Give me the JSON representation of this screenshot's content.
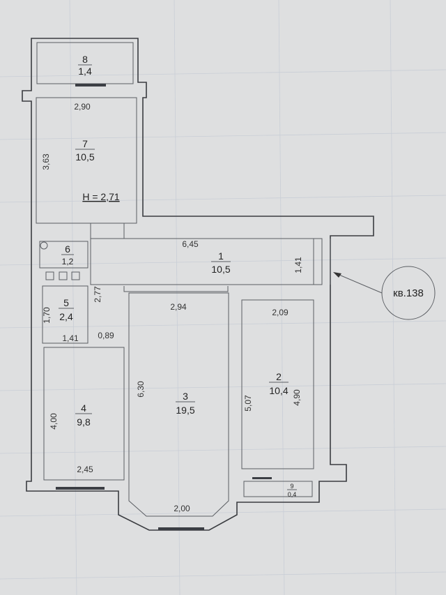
{
  "rooms": [
    {
      "id": "8",
      "area": "1,4"
    },
    {
      "id": "7",
      "area": "10,5"
    },
    {
      "id": "6",
      "area": "1,2"
    },
    {
      "id": "5",
      "area": "2,4"
    },
    {
      "id": "4",
      "area": "9,8"
    },
    {
      "id": "3",
      "area": "19,5"
    },
    {
      "id": "1",
      "area": "10,5"
    },
    {
      "id": "2",
      "area": "10,4"
    },
    {
      "id": "9",
      "area": "0,4"
    }
  ],
  "ceiling_height": "H = 2,71",
  "dimensions": {
    "r7_width": "2,90",
    "r7_height": "3,63",
    "r1_length": "6,45",
    "r1_width": "1,41",
    "r3_top": "2,94",
    "r3_height": "6,30",
    "r3_bottom": "2,00",
    "r2_top": "2,09",
    "r2_left": "5,07",
    "r2_right": "4,90",
    "r5_height": "1,70",
    "r5_width": "1,41",
    "gap": "0,89",
    "wall_277": "2,77",
    "r4_height": "4,00",
    "r4_width": "2,45"
  },
  "apartment_label": "кв.138"
}
